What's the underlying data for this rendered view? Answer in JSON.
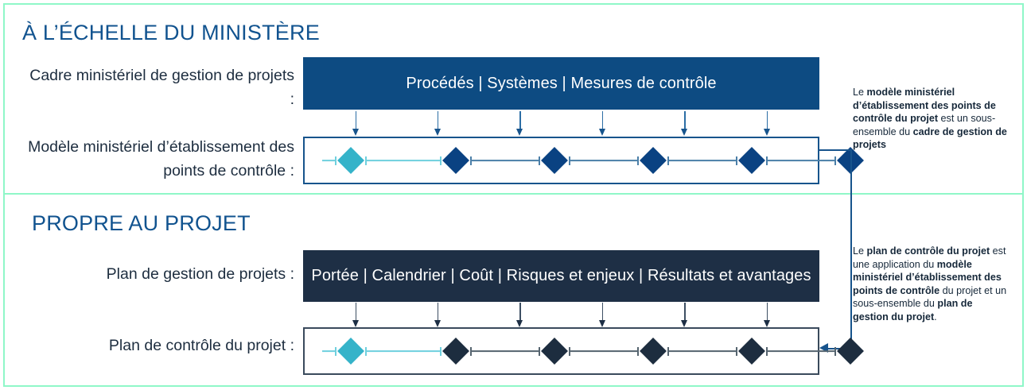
{
  "theme": {
    "frame_color": "#8ff7c8",
    "title_color": "#11538f",
    "label_color": "#1d2d3f",
    "bar_top_color": "#0d4b82",
    "bar_bottom_color": "#1e2f45",
    "diamond_teal": "#35b3c9",
    "diamond_blue": "#0a4282",
    "diamond_navy": "#1d2d3f",
    "box_border_top": "#17548c",
    "box_border_bottom": "#3a4a5c"
  },
  "sections": {
    "top": {
      "title": "À L’ÉCHELLE DU MINISTÈRE",
      "rows": [
        {
          "label": "Cadre ministériel de gestion de projets :",
          "bar_text": "Procédés | Systèmes | Mesures de contrôle"
        },
        {
          "label": "Modèle ministériel d’établissement des points de contrôle :"
        }
      ],
      "milestones": {
        "count": 6,
        "markers": [
          "teal",
          "blue",
          "blue",
          "blue",
          "blue",
          "blue"
        ],
        "arrow_count": 6
      }
    },
    "bottom": {
      "title": "PROPRE AU PROJET",
      "rows": [
        {
          "label": "Plan de gestion de projets :",
          "bar_text": "Portée | Calendrier | Coût | Risques et enjeux | Résultats et avantages"
        },
        {
          "label": "Plan de contrôle du projet :"
        }
      ],
      "milestones": {
        "count": 6,
        "markers": [
          "teal",
          "navy",
          "navy",
          "navy",
          "navy",
          "navy"
        ],
        "arrow_count": 6
      }
    }
  },
  "notes": {
    "top": {
      "segments": [
        {
          "text": "Le ",
          "bold": false
        },
        {
          "text": "modèle ministériel d’établissement des points de contrôle du projet",
          "bold": true
        },
        {
          "text": " est un sous-ensemble du ",
          "bold": false
        },
        {
          "text": "cadre de gestion de projets",
          "bold": true
        }
      ]
    },
    "bottom": {
      "segments": [
        {
          "text": "Le ",
          "bold": false
        },
        {
          "text": "plan de contrôle du projet",
          "bold": true
        },
        {
          "text": " est une application du ",
          "bold": false
        },
        {
          "text": "modèle ministériel d’établissement des points de contrôle",
          "bold": true
        },
        {
          "text": " du projet et un sous-ensemble du ",
          "bold": false
        },
        {
          "text": "plan de gestion du projet",
          "bold": true
        },
        {
          "text": ".",
          "bold": false
        }
      ]
    }
  }
}
